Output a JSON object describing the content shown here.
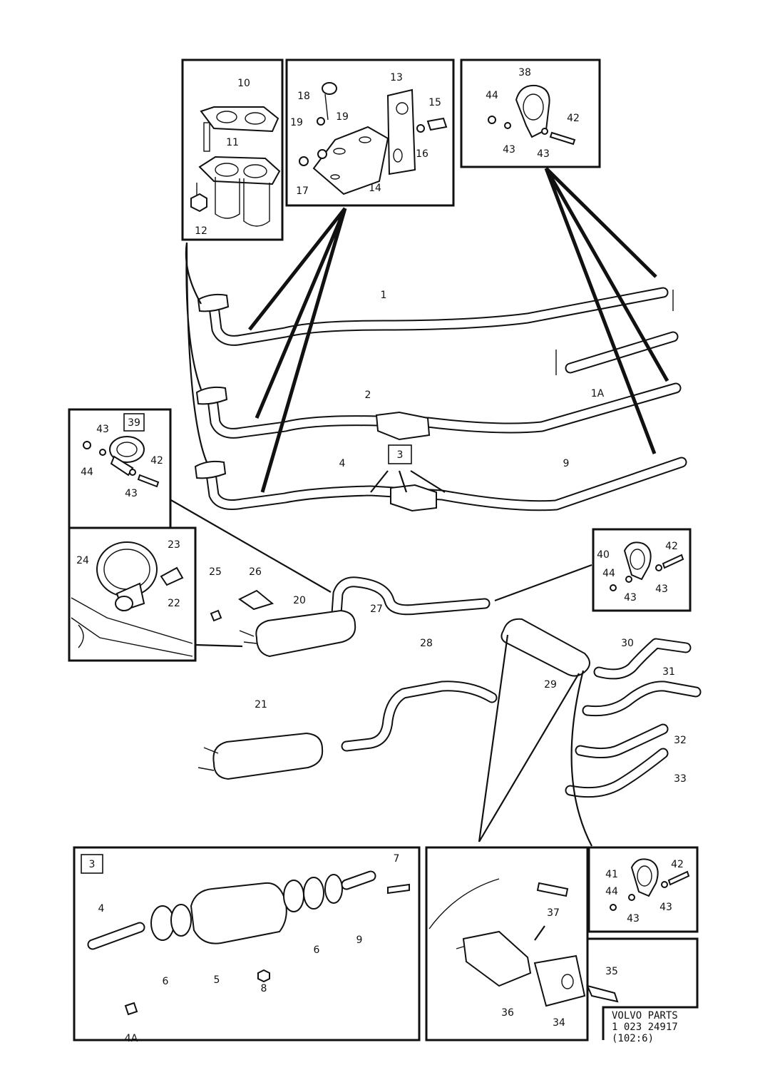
{
  "labels": {
    "p1": "1",
    "p1a": "1A",
    "p2": "2",
    "p3a": "3",
    "p3b": "3",
    "p4": "4",
    "p4b": "4",
    "p4a": "4A",
    "p5": "5",
    "p6a": "6",
    "p6b": "6",
    "p7": "7",
    "p8": "8",
    "p9": "9",
    "p9b": "9",
    "p10": "10",
    "p11": "11",
    "p12": "12",
    "p13": "13",
    "p14": "14",
    "p15": "15",
    "p16": "16",
    "p17": "17",
    "p18": "18",
    "p19a": "19",
    "p19b": "19",
    "p20": "20",
    "p21": "21",
    "p22": "22",
    "p23": "23",
    "p24": "24",
    "p25": "25",
    "p26": "26",
    "p27": "27",
    "p28": "28",
    "p29": "29",
    "p30": "30",
    "p31": "31",
    "p32": "32",
    "p33": "33",
    "p34": "34",
    "p35": "35",
    "p36": "36",
    "p37": "37",
    "p38": "38",
    "p39": "39",
    "p40": "40",
    "p41": "41",
    "p42": "42",
    "p43": "43",
    "p44": "44"
  },
  "stamp": {
    "line1": "VOLVO PARTS",
    "line2": "1 023 24917",
    "line3": "(102:6)"
  }
}
